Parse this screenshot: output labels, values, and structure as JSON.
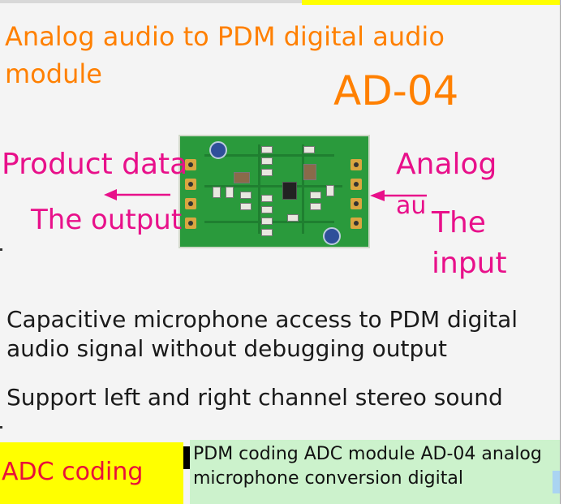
{
  "title": "Analog audio to PDM digital audio module",
  "model": "AD-04",
  "labels": {
    "product_data": "Product data",
    "the_output": "The output",
    "analog": "Analog",
    "audio_partial": "au",
    "the_input": "The input"
  },
  "description": {
    "line1": "Capacitive microphone access to PDM digital audio signal without debugging output",
    "line2": "Support left and right channel stereo sound"
  },
  "bottom": {
    "adc_coding": "ADC coding",
    "pdm_text": "PDM coding ADC module AD-04 analog microphone conversion digital"
  },
  "colors": {
    "orange": "#ff8000",
    "magenta": "#e8108a",
    "yellow": "#ffff00",
    "green_bar": "#ccf2cc",
    "pcb_green": "#2a9a3c"
  }
}
